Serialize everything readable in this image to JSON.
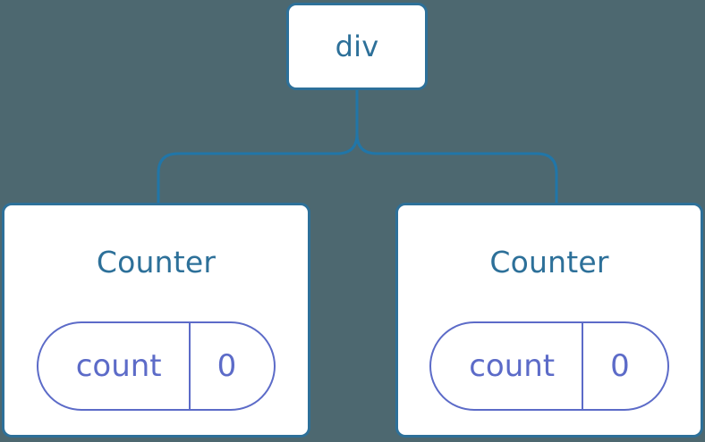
{
  "diagram": {
    "type": "component-tree",
    "background_color": "#4d6870",
    "node_border_color": "#2d7099",
    "node_fill_color": "#ffffff",
    "node_text_color": "#2d7099",
    "connector_color": "#2176a8",
    "state_pill_color": "#5c6bc8"
  },
  "root": {
    "label": "div"
  },
  "children": [
    {
      "label": "Counter",
      "state": {
        "key": "count",
        "value": "0"
      }
    },
    {
      "label": "Counter",
      "state": {
        "key": "count",
        "value": "0"
      }
    }
  ]
}
